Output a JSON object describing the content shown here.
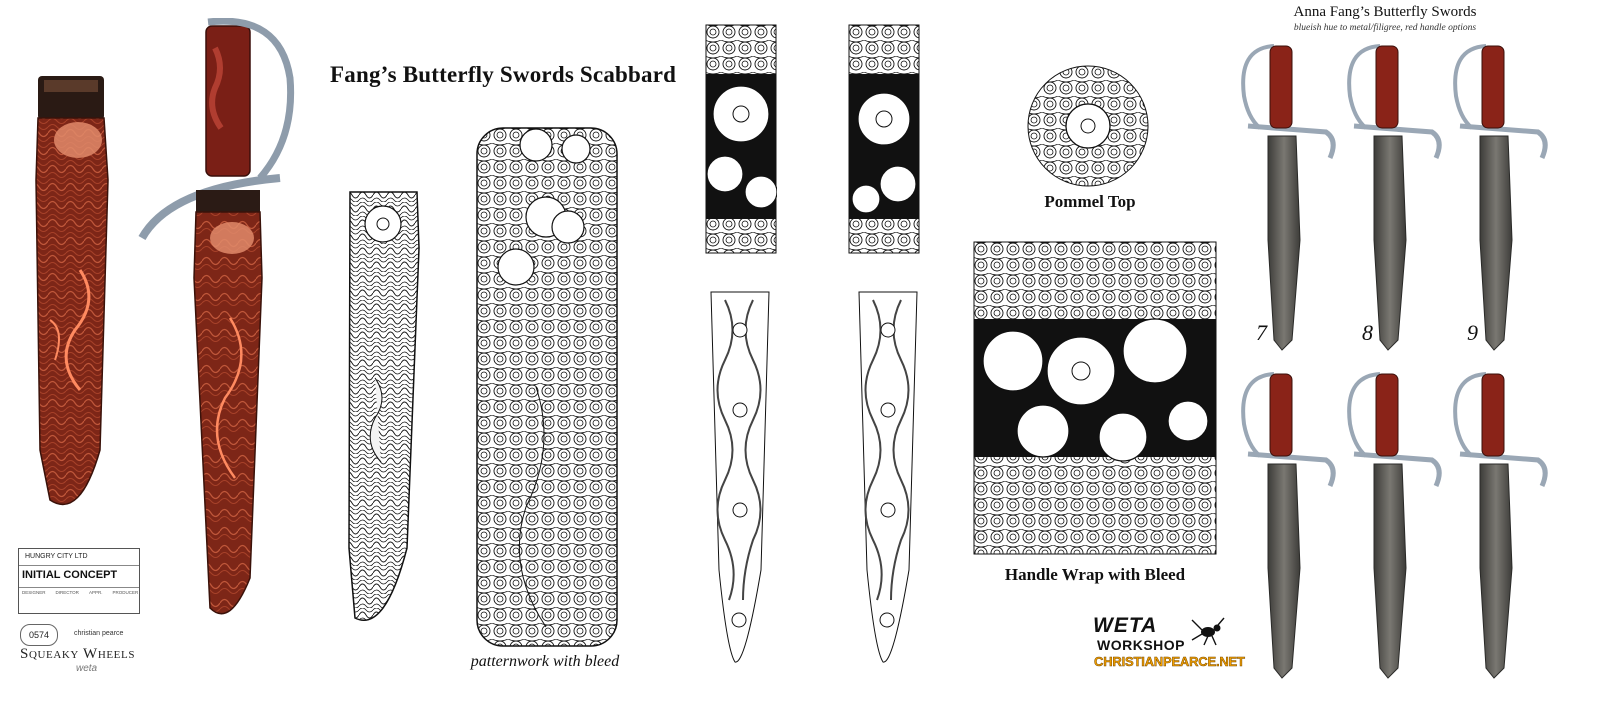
{
  "page": {
    "title": "Fang’s Butterfly Swords Scabbard",
    "captions": {
      "patternwork": "patternwork with bleed",
      "pommel_top": "Pommel Top",
      "handle_wrap": "Handle Wrap with Bleed"
    }
  },
  "right_panel": {
    "title": "Anna Fang’s Butterfly Swords",
    "subtitle": "blueish hue to metal/filigree, red handle options",
    "option_numbers": [
      "7",
      "8",
      "9"
    ]
  },
  "title_block": {
    "company": "HUNGRY CITY LTD",
    "stage": "INITIAL CONCEPT",
    "fields": [
      "DESIGNER",
      "DIRECTOR",
      "APPR.",
      "PRODUCER"
    ],
    "number": "0574",
    "artist": "christian pearce",
    "project": "Squeaky Wheels",
    "studio": "weta"
  },
  "logo": {
    "weta": "WETA",
    "workshop": "WORKSHOP",
    "site": "CHRISTIANPEARCE.NET"
  },
  "colors": {
    "leather": "#8a2c1c",
    "leather_light": "#d36b4a",
    "metal": "#8d9aa8",
    "blade": "#5b5a55",
    "ink": "#111111"
  }
}
